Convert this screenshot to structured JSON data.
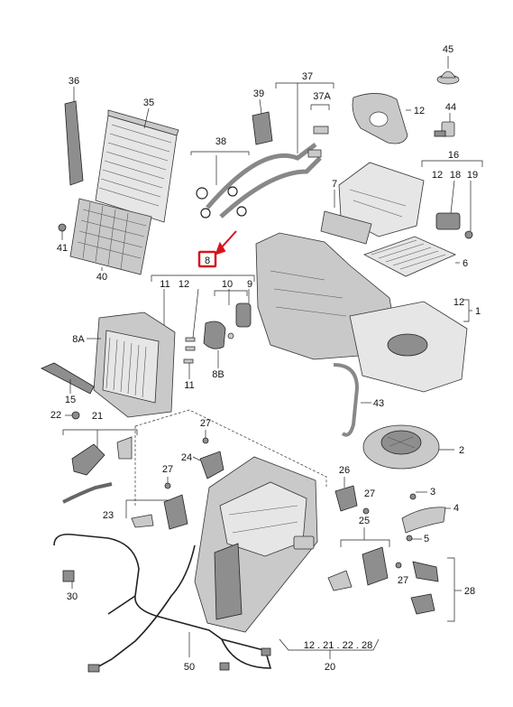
{
  "callouts": {
    "c45": "45",
    "c36": "36",
    "c35": "35",
    "c37": "37",
    "c39": "39",
    "c37a": "37A",
    "c12a": "12",
    "c44": "44",
    "c38": "38",
    "c16": "16",
    "c12b": "12",
    "c18": "18",
    "c19": "19",
    "c7": "7",
    "c41": "41",
    "c8": "8",
    "c6": "6",
    "c40": "40",
    "c11a": "11",
    "c12c": "12",
    "c10": "10",
    "c9": "9",
    "c12d": "12",
    "c1": "1",
    "c8a": "8A",
    "c8b": "8B",
    "c11b": "11",
    "c15": "15",
    "c43": "43",
    "c22": "22",
    "c21": "21",
    "c2": "2",
    "c27a": "27",
    "c24": "24",
    "c27b": "27",
    "c26": "26",
    "c27c": "27",
    "c3": "3",
    "c4": "4",
    "c23": "23",
    "c5": "5",
    "c25": "25",
    "c27d": "27",
    "c28": "28",
    "c30": "30",
    "c20list": "12 . 21 . 22 . 28",
    "c20": "20",
    "c50": "50"
  },
  "highlight": {
    "part": "8",
    "color": "#d8141b"
  }
}
